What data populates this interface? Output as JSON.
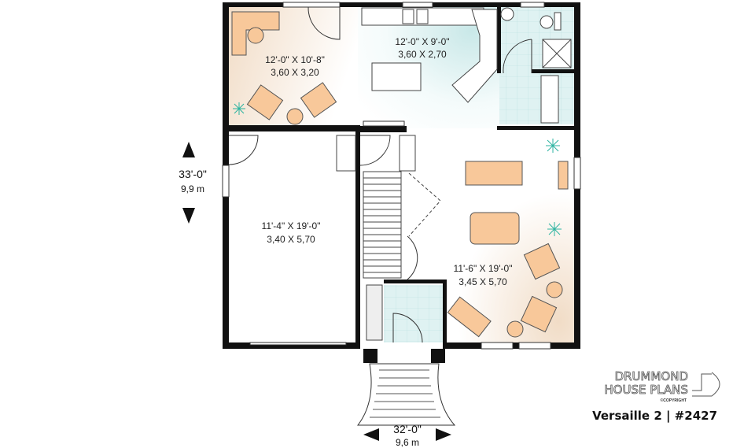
{
  "rooms": {
    "office": {
      "imperial": "12'-0\" X 10'-8\"",
      "metric": "3,60 X 3,20"
    },
    "kitchen": {
      "imperial": "12'-0\" X 9'-0\"",
      "metric": "3,60 X 2,70"
    },
    "garage": {
      "imperial": "11'-4\" X 19'-0\"",
      "metric": "3,40 X 5,70"
    },
    "living": {
      "imperial": "11'-6\" X 19'-0\"",
      "metric": "3,45 X 5,70"
    }
  },
  "dimensions": {
    "depth": {
      "imperial": "33'-0\"",
      "metric": "9,9 m"
    },
    "width": {
      "imperial": "32'-0\"",
      "metric": "9,6 m"
    }
  },
  "branding": {
    "line1": "DRUMMOND",
    "line2": "HOUSE PLANS",
    "copyright": "©COPYRIGHT",
    "plan_title": "Versaille 2 | #2427"
  },
  "colors": {
    "wall": "#111111",
    "furniture": "#f8c89a",
    "tile": "#d8eeee",
    "plant": "#2bb3a0"
  }
}
